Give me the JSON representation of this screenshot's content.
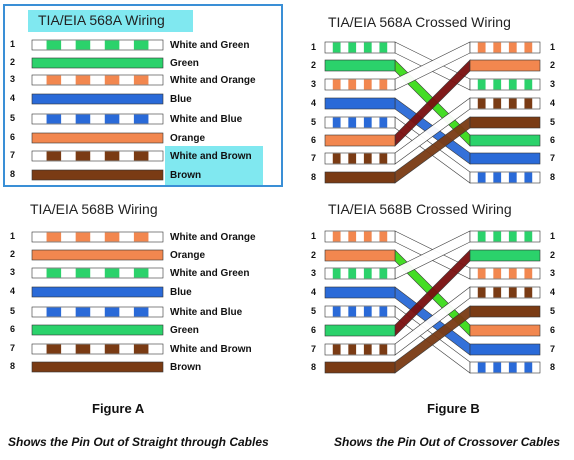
{
  "colors": {
    "orange": "#f2874f",
    "green": "#2bd26b",
    "blue": "#2a6ad8",
    "brown": "#7a3b14",
    "white": "#ffffff",
    "highlight": "#80e8f0",
    "frame": "#3a8fd6",
    "crossPair1": "#3bdc1a",
    "crossPair2": "#7a0f0f"
  },
  "diagrams": {
    "a568a": {
      "title": "TIA/EIA 568A Wiring",
      "pins": [
        "1",
        "2",
        "3",
        "4",
        "5",
        "6",
        "7",
        "8"
      ],
      "labels": [
        "White and Green",
        "Green",
        "White and Orange",
        "Blue",
        "White and Blue",
        "Orange",
        "White and Brown",
        "Brown"
      ],
      "wires": [
        {
          "base": "green",
          "striped": true
        },
        {
          "base": "green",
          "striped": false
        },
        {
          "base": "orange",
          "striped": true
        },
        {
          "base": "blue",
          "striped": false
        },
        {
          "base": "blue",
          "striped": true
        },
        {
          "base": "orange",
          "striped": false
        },
        {
          "base": "brown",
          "striped": true
        },
        {
          "base": "brown",
          "striped": false
        }
      ]
    },
    "a568b": {
      "title": "TIA/EIA 568B Wiring",
      "pins": [
        "1",
        "2",
        "3",
        "4",
        "5",
        "6",
        "7",
        "8"
      ],
      "labels": [
        "White and Orange",
        "Orange",
        "White and Green",
        "Blue",
        "White and Blue",
        "Green",
        "White and Brown",
        "Brown"
      ],
      "wires": [
        {
          "base": "orange",
          "striped": true
        },
        {
          "base": "orange",
          "striped": false
        },
        {
          "base": "green",
          "striped": true
        },
        {
          "base": "blue",
          "striped": false
        },
        {
          "base": "blue",
          "striped": true
        },
        {
          "base": "green",
          "striped": false
        },
        {
          "base": "brown",
          "striped": true
        },
        {
          "base": "brown",
          "striped": false
        }
      ]
    },
    "cross568a": {
      "title": "TIA/EIA 568A Crossed Wiring",
      "pins": [
        "1",
        "2",
        "3",
        "4",
        "5",
        "6",
        "7",
        "8"
      ],
      "left": [
        {
          "base": "green",
          "striped": true
        },
        {
          "base": "green",
          "striped": false
        },
        {
          "base": "orange",
          "striped": true
        },
        {
          "base": "blue",
          "striped": false
        },
        {
          "base": "blue",
          "striped": true
        },
        {
          "base": "orange",
          "striped": false
        },
        {
          "base": "brown",
          "striped": true
        },
        {
          "base": "brown",
          "striped": false
        }
      ],
      "right": [
        {
          "base": "orange",
          "striped": true
        },
        {
          "base": "orange",
          "striped": false
        },
        {
          "base": "green",
          "striped": true
        },
        {
          "base": "brown",
          "striped": true
        },
        {
          "base": "brown",
          "striped": false
        },
        {
          "base": "green",
          "striped": false
        },
        {
          "base": "blue",
          "striped": false
        },
        {
          "base": "blue",
          "striped": true
        }
      ],
      "links": [
        [
          0,
          2
        ],
        [
          1,
          5
        ],
        [
          2,
          0
        ],
        [
          3,
          6
        ],
        [
          4,
          7
        ],
        [
          5,
          1
        ],
        [
          6,
          3
        ],
        [
          7,
          4
        ]
      ],
      "crossColors": [
        "crossPair1",
        "crossPair2"
      ]
    },
    "cross568b": {
      "title": "TIA/EIA 568B Crossed Wiring",
      "pins": [
        "1",
        "2",
        "3",
        "4",
        "5",
        "6",
        "7",
        "8"
      ],
      "left": [
        {
          "base": "orange",
          "striped": true
        },
        {
          "base": "orange",
          "striped": false
        },
        {
          "base": "green",
          "striped": true
        },
        {
          "base": "blue",
          "striped": false
        },
        {
          "base": "blue",
          "striped": true
        },
        {
          "base": "green",
          "striped": false
        },
        {
          "base": "brown",
          "striped": true
        },
        {
          "base": "brown",
          "striped": false
        }
      ],
      "right": [
        {
          "base": "green",
          "striped": true
        },
        {
          "base": "green",
          "striped": false
        },
        {
          "base": "orange",
          "striped": true
        },
        {
          "base": "brown",
          "striped": true
        },
        {
          "base": "brown",
          "striped": false
        },
        {
          "base": "orange",
          "striped": false
        },
        {
          "base": "blue",
          "striped": false
        },
        {
          "base": "blue",
          "striped": true
        }
      ],
      "links": [
        [
          0,
          2
        ],
        [
          1,
          5
        ],
        [
          2,
          0
        ],
        [
          3,
          6
        ],
        [
          4,
          7
        ],
        [
          5,
          1
        ],
        [
          6,
          3
        ],
        [
          7,
          4
        ]
      ],
      "crossColors": [
        "crossPair1",
        "crossPair2"
      ]
    }
  },
  "captions": {
    "figA": "Figure A",
    "figB": "Figure B",
    "subA": "Shows the Pin Out of Straight through Cables",
    "subB": "Shows the Pin Out of Crossover Cables"
  }
}
